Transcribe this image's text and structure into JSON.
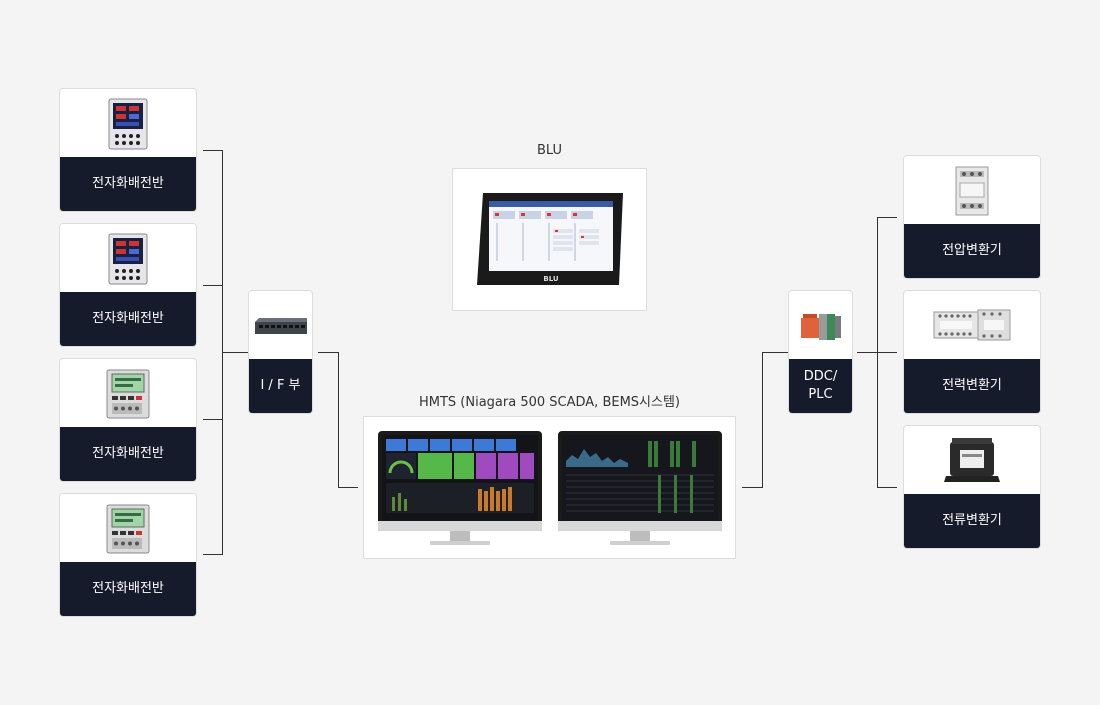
{
  "left_panels": [
    {
      "label": "전자화배전반",
      "icon": "power-meter-icon"
    },
    {
      "label": "전자화배전반",
      "icon": "power-meter-icon"
    },
    {
      "label": "전자화배전반",
      "icon": "digital-relay-icon"
    },
    {
      "label": "전자화배전반",
      "icon": "digital-relay-icon"
    }
  ],
  "interface": {
    "label": "I / F 부",
    "icon": "network-switch-icon"
  },
  "blu": {
    "caption": "BLU",
    "device_text": "BLU",
    "icon": "tablet-icon"
  },
  "hmts": {
    "caption": "HMTS (Niagara 500 SCADA, BEMS시스템)",
    "icon": "monitor-icon"
  },
  "ddc": {
    "label": "DDC/\nPLC",
    "icon": "plc-module-icon"
  },
  "right_panels": [
    {
      "label": "전압변환기",
      "icon": "voltage-transducer-icon"
    },
    {
      "label": "전력변환기",
      "icon": "power-transducer-icon"
    },
    {
      "label": "전류변환기",
      "icon": "current-transformer-icon"
    }
  ],
  "colors": {
    "label_bg": "#161b2c",
    "line": "#333333",
    "background": "#f4f4f4"
  }
}
